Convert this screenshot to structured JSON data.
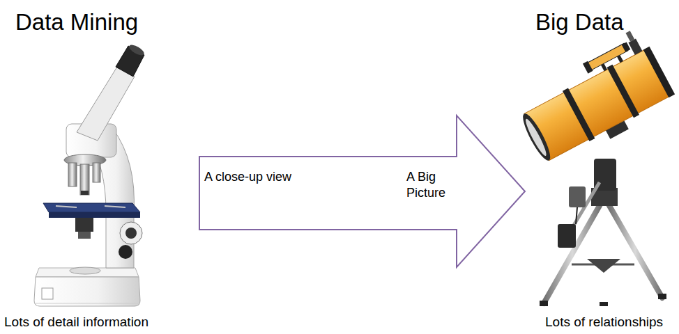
{
  "diagram": {
    "nodes": [
      {
        "text": [
          "A close-up view",
          "A Big Picture"
        ]
      }
    ],
    "labels": [
      "Data Mining",
      "Big Data",
      "Lots of detail information",
      "Lots of relationships"
    ]
  }
}
